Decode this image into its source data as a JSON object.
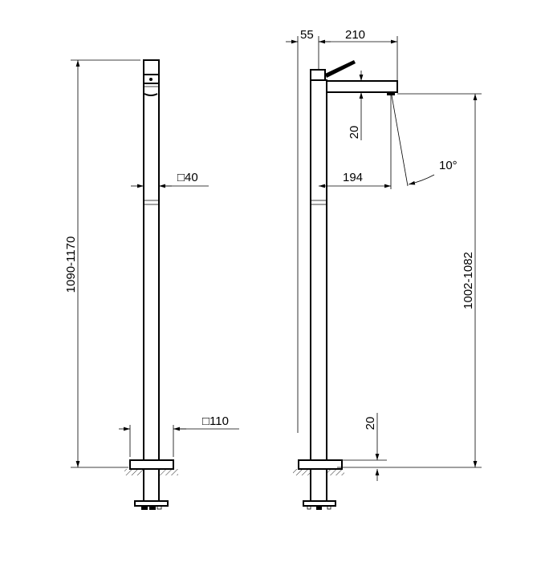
{
  "front_view": {
    "height_dimension": "1090-1170",
    "pipe_size": "□40",
    "base_size": "□110"
  },
  "side_view": {
    "lever_offset": "55",
    "spout_reach": "210",
    "spout_thickness": "20",
    "outlet_reach": "194",
    "outlet_angle": "10°",
    "outlet_height": "1002-1082",
    "base_plate_thickness": "20"
  }
}
